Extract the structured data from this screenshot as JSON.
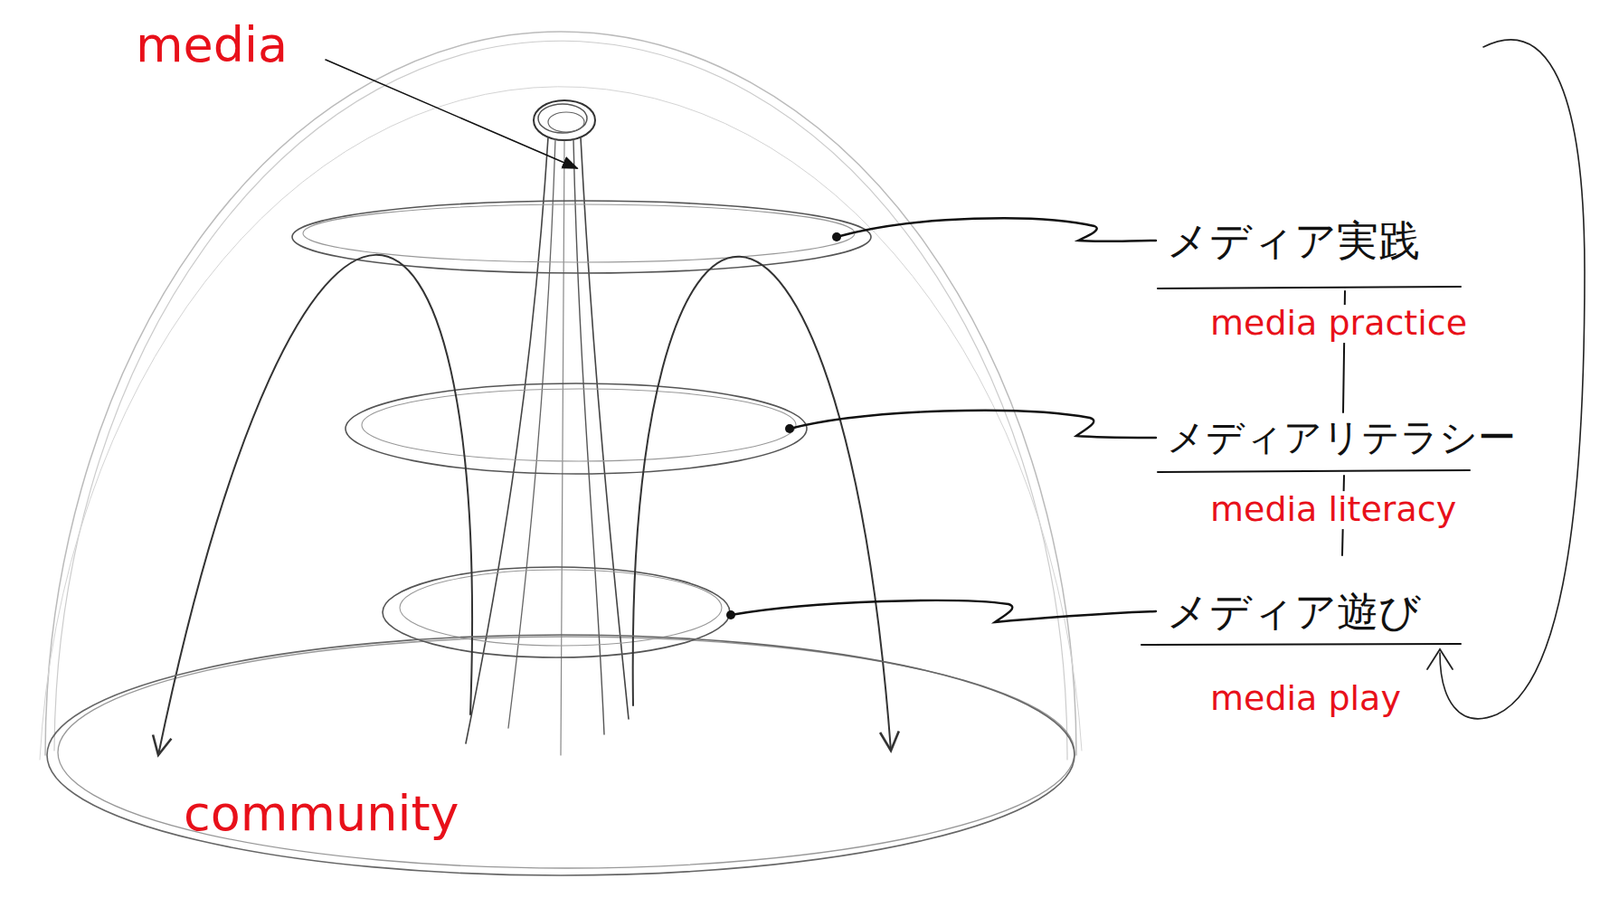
{
  "diagram": {
    "nodes": [
      {
        "text": [
          "community"
        ]
      }
    ],
    "labels": [
      "media",
      "メディア実践",
      "media practice",
      "メディアリテラシー",
      "media literacy",
      "メディア遊び",
      "media play"
    ]
  }
}
